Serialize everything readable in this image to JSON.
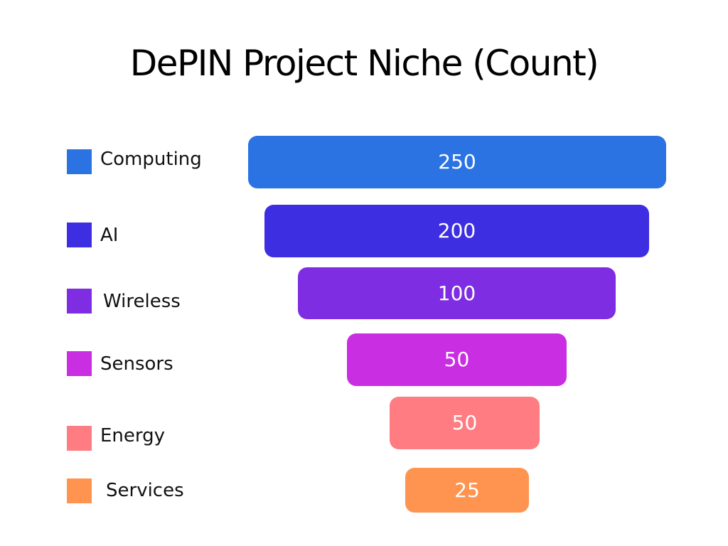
{
  "chart_data": {
    "type": "bar",
    "title": "DePIN Project Niche (Count)",
    "categories": [
      "Computing",
      "AI",
      "Wireless",
      "Sensors",
      "Energy",
      "Services"
    ],
    "values": [
      250,
      200,
      100,
      50,
      50,
      25
    ],
    "colors": [
      "#2B73E3",
      "#3E2EE2",
      "#7F2DE2",
      "#C92EE2",
      "#FE7C82",
      "#FF9450"
    ],
    "data_labels": [
      "250",
      "200",
      "100",
      "50",
      "50",
      "25"
    ],
    "legend": {
      "placement": "left",
      "entries": [
        "Computing",
        "AI",
        "Wireless",
        "Sensors",
        "Energy",
        "Services"
      ]
    },
    "grid": false,
    "axes_visible": false
  }
}
